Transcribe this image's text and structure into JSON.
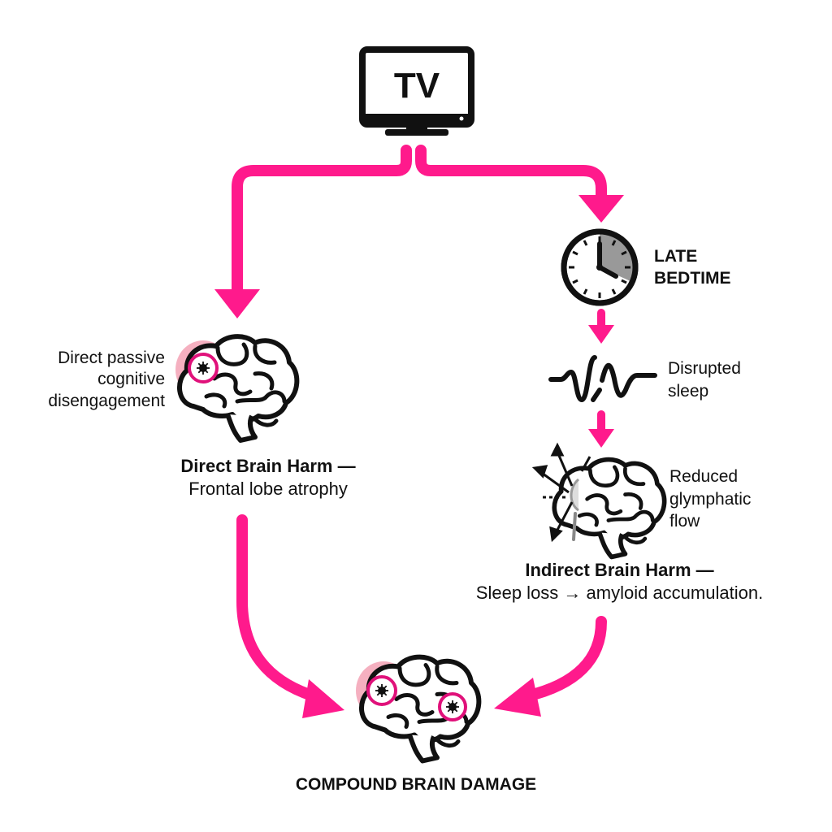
{
  "source": {
    "label": "TV",
    "icon": "tv-icon"
  },
  "late_bedtime": {
    "line1": "LATE",
    "line2": "BEDTIME",
    "icon": "clock-icon"
  },
  "disrupted_sleep": {
    "line1": "Disrupted",
    "line2": "sleep",
    "icon": "sleep-wave-icon"
  },
  "glymphatic": {
    "line1": "Reduced",
    "line2": "glymphatic",
    "line3": "flow",
    "icon": "brain-flow-icon"
  },
  "direct_passive": {
    "line1": "Direct passive",
    "line2": "cognitive",
    "line3": "disengagement",
    "icon": "brain-icon"
  },
  "direct_harm": {
    "title": "Direct Brain Harm —",
    "subtitle": "Frontal lobe atrophy"
  },
  "indirect_harm": {
    "title": "Indirect Brain Harm —",
    "subtitle": "Sleep loss → amyloid accumulation."
  },
  "outcome": {
    "label": "COMPOUND BRAIN DAMAGE",
    "icon": "damaged-brain-icon"
  },
  "colors": {
    "accent": "#ff1a8c",
    "lesion": "#f4a7b9",
    "ink": "#111111"
  }
}
